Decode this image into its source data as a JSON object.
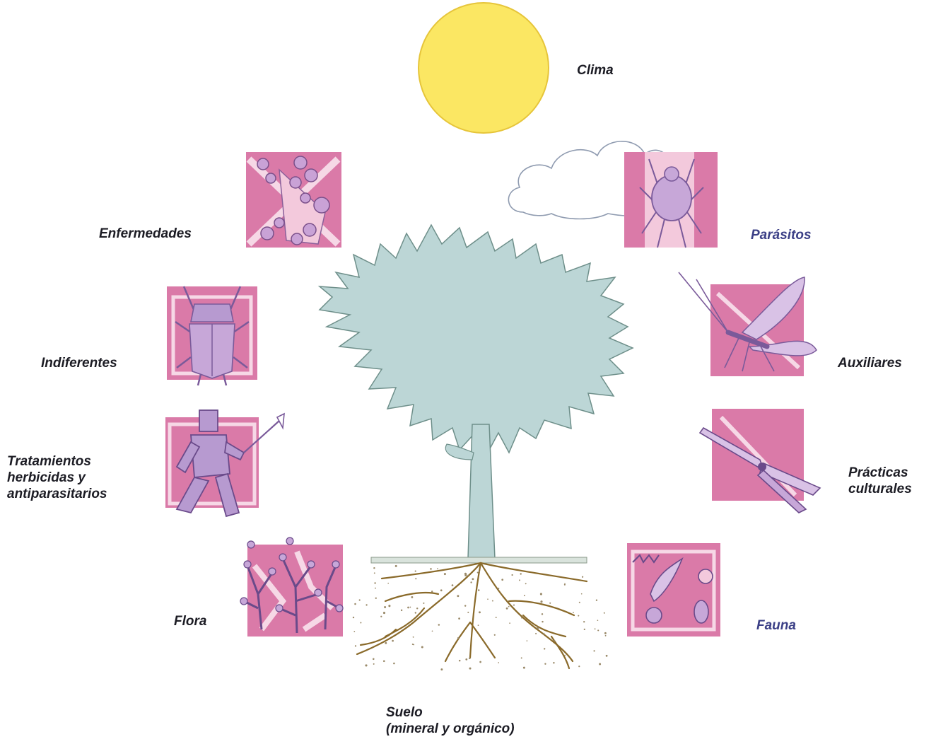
{
  "colors": {
    "sun": "#fbe763",
    "tile_pink": "#da7aa8",
    "tile_light": "#f3c9dc",
    "figure_lilac": "#b79ad0",
    "tree_foliage": "#bcd6d6",
    "roots": "#8a6a2a",
    "label_dark": "#1c1c24",
    "label_blue": "#3b3f86"
  },
  "diagram": {
    "center": {
      "name": "tree",
      "icon": "tree-icon"
    },
    "factors": [
      {
        "id": "clima",
        "label": "Clima",
        "icon": "sun-icon",
        "label_color": "dark"
      },
      {
        "id": "parasitos",
        "label": "Parásitos",
        "icon": "mite-icon",
        "label_color": "blue"
      },
      {
        "id": "auxiliares",
        "label": "Auxiliares",
        "icon": "lacewing-icon",
        "label_color": "dark"
      },
      {
        "id": "practicas",
        "label": "Prácticas\nculturales",
        "icon": "pruning-shears-icon",
        "label_color": "dark"
      },
      {
        "id": "fauna",
        "label": "Fauna",
        "icon": "soil-fauna-icon",
        "label_color": "blue"
      },
      {
        "id": "suelo",
        "label": "Suelo\n(mineral y orgánico)",
        "icon": "roots-icon",
        "label_color": "dark"
      },
      {
        "id": "flora",
        "label": "Flora",
        "icon": "weeds-icon",
        "label_color": "dark"
      },
      {
        "id": "tratamientos",
        "label": "Tratamientos\nherbicidas y\nantiparasitarios",
        "icon": "sprayer-person-icon",
        "label_color": "dark"
      },
      {
        "id": "indiferentes",
        "label": "Indiferentes",
        "icon": "beetle-icon",
        "label_color": "dark"
      },
      {
        "id": "enfermedades",
        "label": "Enfermedades",
        "icon": "spores-icon",
        "label_color": "dark"
      }
    ],
    "decoration": {
      "cloud": "cloud-icon"
    }
  }
}
